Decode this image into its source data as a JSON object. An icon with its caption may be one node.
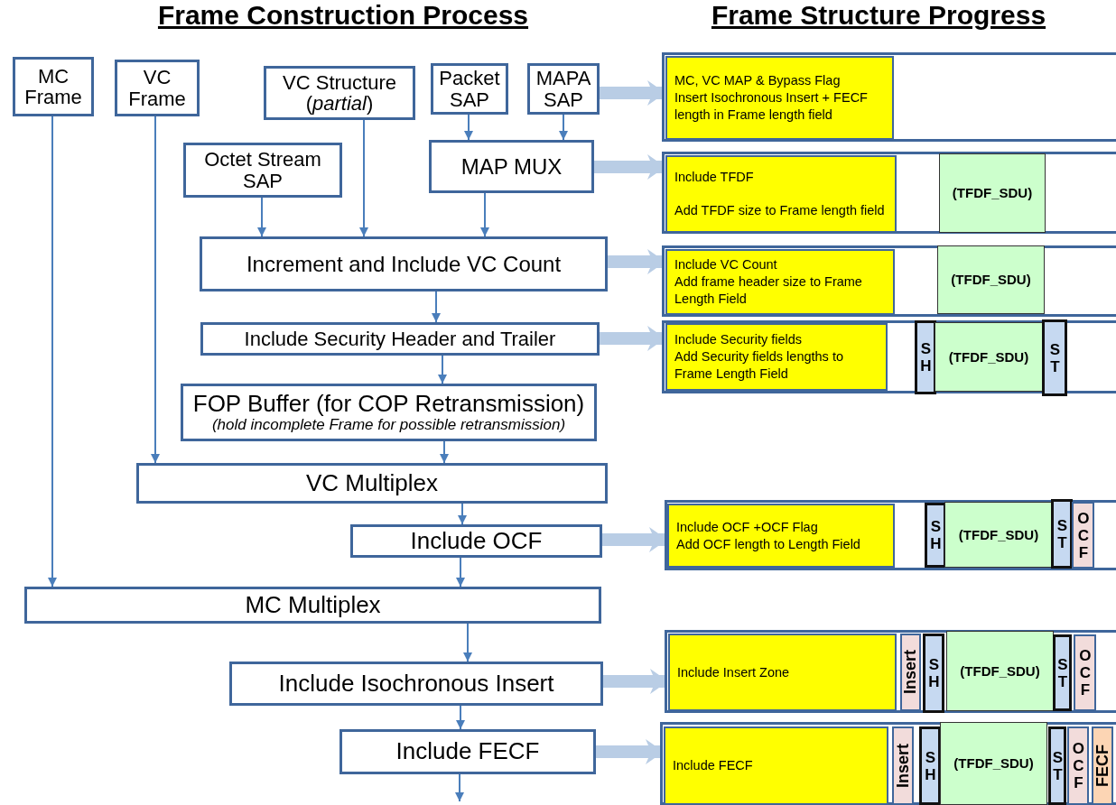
{
  "diagram": {
    "nodes": [
      {
        "text": [
          "MC Frame"
        ]
      },
      {
        "text": [
          "VC Frame"
        ]
      },
      {
        "text": [
          "VC Structure (*partial*)"
        ]
      },
      {
        "text": [
          "Packet SAP"
        ]
      },
      {
        "text": [
          "MAPA SAP"
        ]
      },
      {
        "text": [
          "Octet Stream SAP"
        ]
      },
      {
        "text": [
          "MAP MUX"
        ]
      },
      {
        "text": [
          "Increment and Include VC Count"
        ]
      },
      {
        "text": [
          "Include Security Header and Trailer"
        ]
      },
      {
        "text": [
          "FOP Buffer (for COP Retransmission)",
          "(hold incomplete Frame for possible retransmission)"
        ]
      },
      {
        "text": [
          "VC Multiplex"
        ]
      },
      {
        "text": [
          "Include OCF"
        ]
      },
      {
        "text": [
          "MC Multiplex"
        ]
      },
      {
        "text": [
          "Include Isochronous Insert"
        ]
      },
      {
        "text": [
          "Include FECF"
        ]
      },
      {
        "text": [],
        "shape": "box"
      },
      {
        "text": [
          "MC, VC MAP & Bypass Flag",
          "Insert Isochronous Insert + FECF length in Frame length field"
        ],
        "in": 15
      },
      {
        "text": [],
        "shape": "box"
      },
      {
        "text": [
          "Include TFDF",
          "Add TFDF size to Frame length field"
        ],
        "in": 17
      },
      {
        "text": [
          "(TFDF_SDU)"
        ],
        "in": 17
      },
      {
        "text": [],
        "shape": "box"
      },
      {
        "text": [
          "Include VC Count",
          "Add frame header size to Frame Length Field"
        ],
        "in": 20
      },
      {
        "text": [
          "(TFDF_SDU)"
        ],
        "in": 20
      },
      {
        "text": [],
        "shape": "box"
      },
      {
        "text": [
          "Include Security fields",
          "Add Security fields lengths to Frame Length Field"
        ],
        "in": 23
      },
      {
        "text": [
          "SH"
        ],
        "in": 23
      },
      {
        "text": [
          "(TFDF_SDU)"
        ],
        "in": 23
      },
      {
        "text": [
          "ST"
        ],
        "in": 23
      },
      {
        "text": [],
        "shape": "box"
      },
      {
        "text": [
          "Include OCF +OCF Flag",
          "Add OCF length to Length Field"
        ],
        "in": 28
      },
      {
        "text": [
          "SH"
        ],
        "in": 28
      },
      {
        "text": [
          "(TFDF_SDU)"
        ],
        "in": 28
      },
      {
        "text": [
          "ST"
        ],
        "in": 28
      },
      {
        "text": [
          "OCF"
        ],
        "in": 28
      },
      {
        "text": [],
        "shape": "box"
      },
      {
        "text": [
          "Include Insert Zone"
        ],
        "in": 34
      },
      {
        "text": [
          "Insert"
        ],
        "in": 34
      },
      {
        "text": [
          "SH"
        ],
        "in": 34
      },
      {
        "text": [
          "(TFDF_SDU)"
        ],
        "in": 34
      },
      {
        "text": [
          "ST"
        ],
        "in": 34
      },
      {
        "text": [
          "OCF"
        ],
        "in": 34
      },
      {
        "text": [],
        "shape": "box"
      },
      {
        "text": [
          "Include FECF"
        ],
        "in": 41
      },
      {
        "text": [
          "Insert"
        ],
        "in": 41
      },
      {
        "text": [
          "SH"
        ],
        "in": 41
      },
      {
        "text": [
          "(TFDF_SDU)"
        ],
        "in": 41
      },
      {
        "text": [
          "ST"
        ],
        "in": 41
      },
      {
        "text": [
          "OCF"
        ],
        "in": 41
      },
      {
        "text": [
          "FECF"
        ],
        "in": 41
      }
    ],
    "edges": [
      {
        "from": 3,
        "to": 6,
        "arrow": "to"
      },
      {
        "from": 4,
        "to": 6,
        "arrow": "to"
      },
      {
        "from": 5,
        "to": 7,
        "arrow": "to"
      },
      {
        "from": 2,
        "to": 7,
        "arrow": "to"
      },
      {
        "from": 6,
        "to": 7,
        "arrow": "to"
      },
      {
        "from": 7,
        "to": 8,
        "arrow": "to"
      },
      {
        "from": 8,
        "to": 9,
        "arrow": "to"
      },
      {
        "from": 1,
        "to": 10,
        "arrow": "to"
      },
      {
        "from": 9,
        "to": 10,
        "arrow": "to"
      },
      {
        "from": 10,
        "to": 11,
        "arrow": "to"
      },
      {
        "from": 0,
        "to": 12,
        "arrow": "to"
      },
      {
        "from": 11,
        "to": 12,
        "arrow": "to"
      },
      {
        "from": 12,
        "to": 13,
        "arrow": "to"
      },
      {
        "from": 13,
        "to": 14,
        "arrow": "to"
      },
      {
        "from": 14,
        "to": null,
        "arrow": "to"
      },
      {
        "from": 4,
        "to": 16,
        "arrow": "to",
        "style": "thick",
        "color": "#b9cde5"
      },
      {
        "from": 6,
        "to": 18,
        "arrow": "to",
        "style": "thick",
        "color": "#b9cde5"
      },
      {
        "from": 7,
        "to": 21,
        "arrow": "to",
        "style": "thick",
        "color": "#b9cde5"
      },
      {
        "from": 8,
        "to": 24,
        "arrow": "to",
        "style": "thick",
        "color": "#b9cde5"
      },
      {
        "from": 11,
        "to": 29,
        "arrow": "to",
        "style": "thick",
        "color": "#b9cde5"
      },
      {
        "from": 13,
        "to": 35,
        "arrow": "to",
        "style": "thick",
        "color": "#b9cde5"
      },
      {
        "from": 14,
        "to": 42,
        "arrow": "to",
        "style": "thick",
        "color": "#b9cde5"
      }
    ],
    "labels": [
      "Frame Construction Process",
      "Frame Structure Progress"
    ]
  }
}
